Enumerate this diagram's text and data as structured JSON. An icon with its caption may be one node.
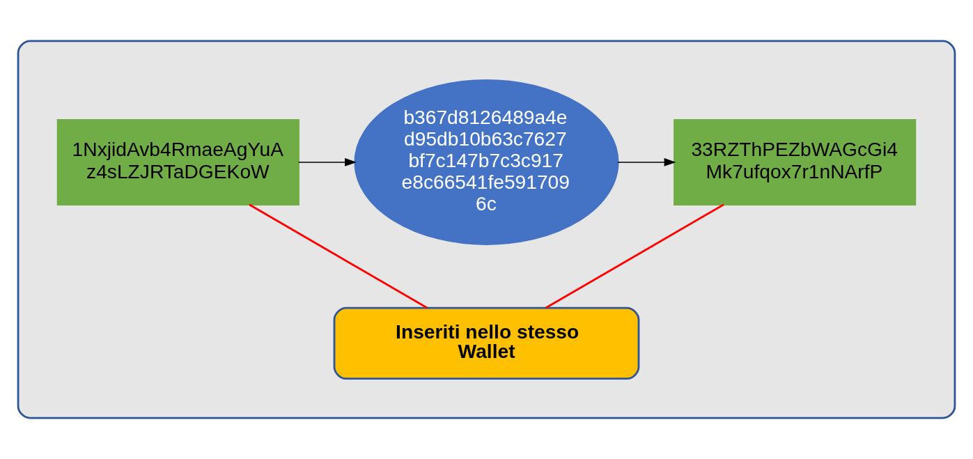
{
  "diagram": {
    "nodes": [
      {
        "text": [],
        "shape": "box"
      },
      {
        "text": [
          "1NxjidAvb4RmaeAgYuA z4sLZJRTaDGEKoW"
        ],
        "in": 0
      },
      {
        "text": [
          "b367d8126489a4e d95db10b63c7627 bf7c147b7c3c917 e8c66541fe591709 6c"
        ],
        "in": 0
      },
      {
        "text": [
          "33RZThPEZbWAGcGi4 Mk7ufqox7r1nNArfP"
        ],
        "in": 0
      },
      {
        "text": [
          "Inseriti nello stesso Wallet"
        ],
        "in": 0
      }
    ],
    "edges": [
      {
        "from": 1,
        "to": 2,
        "arrow": "to"
      },
      {
        "from": 2,
        "to": 3,
        "arrow": "to"
      },
      {
        "from": 1,
        "to": 4,
        "arrow": "none",
        "color": "#ff0000"
      },
      {
        "from": 3,
        "to": 4,
        "arrow": "none",
        "color": "#ff0000"
      }
    ]
  }
}
